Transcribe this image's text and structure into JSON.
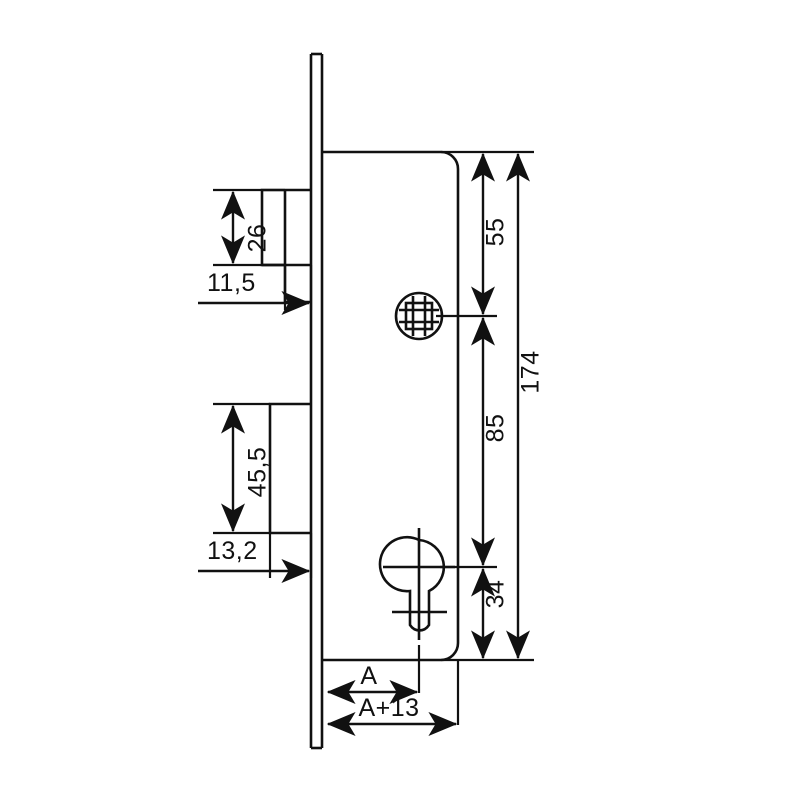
{
  "drawing": {
    "title": "Mortise lock case technical drawing",
    "type": "engineering-dimension-drawing",
    "units": "mm",
    "line_color": "#111111",
    "background_color": "#ffffff",
    "dimensions": {
      "latch_height": "26",
      "latch_projection": "11,5",
      "deadbolt_height": "45,5",
      "deadbolt_projection": "13,2",
      "follower_to_top": "55",
      "follower_to_cylinder": "85",
      "cylinder_to_bottom": "34",
      "faceplate_total": "174",
      "backset": "A",
      "case_depth": "A+13"
    },
    "features": {
      "faceplate_name": "faceplate",
      "case_name": "lock-case-body",
      "latch_name": "latch-bolt",
      "deadbolt_name": "dead-bolt",
      "follower_name": "square-follower-hole",
      "cylinder_name": "euro-profile-cylinder-hole"
    }
  }
}
